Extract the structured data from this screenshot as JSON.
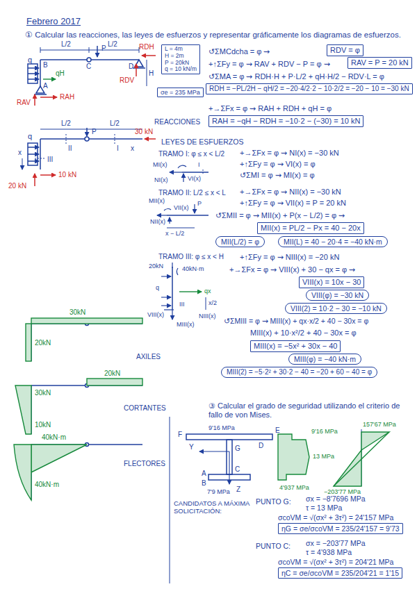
{
  "diagram": {
    "title": "Febrero 2017",
    "nodes": [
      {
        "text": [
          "RDV = φ"
        ]
      },
      {
        "text": [
          "RAV = P = 20 kN"
        ]
      },
      {
        "text": [
          "L = 4m",
          "H = 2m",
          "P = 20kN",
          "q = 10 kN/m"
        ]
      },
      {
        "text": [
          "σe = 235 MPa"
        ]
      },
      {
        "text": [
          "RDH = −PL/2H − qH/2 = −20·4/2·2 − 10·2/2 = −20 − 10 = −30 kN"
        ]
      },
      {
        "text": [
          "RAH = −qH − RDH = −10·2 − (−30) = 10 kN"
        ]
      },
      {
        "text": [
          "MII(x) = PL/2 − Px = 40 − 20x"
        ]
      },
      {
        "text": [
          "MII(L/2) = φ"
        ]
      },
      {
        "text": [
          "MII(L) = 40 − 20·4 = −40 kN·m"
        ]
      },
      {
        "text": [
          "VIII(x) = 10x − 30"
        ]
      },
      {
        "text": [
          "VIII(φ) = −30 kN"
        ]
      },
      {
        "text": [
          "VIII(2) = 10·2 − 30 = −10 kN"
        ]
      },
      {
        "text": [
          "MIII(x) = −5x² + 30x − 40"
        ]
      },
      {
        "text": [
          "MIII(φ) = −40 kN·m"
        ]
      },
      {
        "text": [
          "MIII(2) = −5·2² + 30·2 − 40 = −20 + 60 − 40 = φ"
        ]
      },
      {
        "text": [
          "ηG = σe/σcoVM = 235/24'157 = 9'73"
        ]
      },
      {
        "text": [
          "ηC = σe/σcoVM = 235/204'21 = 1'15"
        ]
      }
    ],
    "labels": [
      "① Calcular las reacciones, las leyes de esfuerzos y representar gráficamente los diagramas de esfuerzos.",
      "q",
      "L/2",
      "L/2",
      "B",
      "C",
      "P",
      "D",
      "H",
      "A",
      "qH",
      "RDH",
      "RDV",
      "RAH",
      "RAV",
      "↺ΣMCdcha = φ ⇝",
      "+↑ΣFy = φ ⇝ RAV + RDV − P = φ ⇝",
      "↺ΣMA = φ ⇝ RDH·H + P·L/2 + qH·H/2 − RDV·L = φ",
      "+→ΣFx = φ ⇝ RAH + RDH + qH = φ",
      "REACCIONES",
      "L/2",
      "L/2",
      "q",
      "P",
      "30 kN",
      "x",
      "II",
      "I",
      "x",
      "III",
      "10 kN",
      "20 kN",
      "LEYES DE ESFUERZOS",
      "TRAMO I: φ ≤ x < L/2",
      "MI(x)",
      "VI(x)",
      "NI(x)",
      "I",
      "+→ΣFx = φ ⇝ NI(x) = −30 kN",
      "+↑ΣFy = φ ⇝ VI(x) = φ",
      "↺ΣMI = φ ⇝ MI(x) = φ",
      "TRAMO II: L/2 ≤ x < L",
      "MII(x)",
      "VII(x)",
      "NII(x)",
      "P",
      "x − L/2",
      "+→ΣFx = φ ⇝ NII(x) = −30 kN",
      "+↑ΣFy = φ ⇝ VII(x) = P = 20 kN",
      "↺ΣMII = φ ⇝ MII(x) + P(x − L/2) = φ ⇝",
      "TRAMO III: φ ≤ x < H",
      "20kN",
      "40kN·m",
      "q",
      "qx",
      "x/2",
      "III",
      "VIII(x)",
      "MIII(x)",
      "NIII(x)",
      "+↑ΣFy = φ ⇝ NIII(x) = −20 kN",
      "+→ΣFx = φ ⇝ VIII(x) + 30 − qx = φ ⇝",
      "↺ΣMIII = φ ⇝ MIII(x) + qx·x/2 + 40 − 30x = φ",
      "MIII(x) + 10·x²/2 + 40 − 30x = φ",
      "30kN",
      "20kN",
      "AXILES",
      "20kN",
      "30kN",
      "10kN",
      "CORTANTES",
      "40kN·m",
      "40kN·m",
      "FLECTORES",
      "③ Calcular el grado de seguridad utilizando el criterio de fallo de von Mises.",
      "9'16 MPa",
      "F",
      "E",
      "D",
      "Y",
      "G",
      "C",
      "Z",
      "B",
      "A",
      "9'16 MPa",
      "13 MPa",
      "4'937 MPa",
      "7'9 MPa",
      "157'67 MPa",
      "−203'77 MPa",
      "CANDIDATOS A MÁXIMA SOLICITACIÓN:",
      "PUNTO G:",
      "σx = −8'7696 MPa",
      "τ = 13 MPa",
      "σcoVM = √(σx² + 3τ²) = 24'157 MPa",
      "PUNTO C:",
      "σx = −203'77 MPa",
      "τ = 4'938 MPa",
      "σcoVM = √(σx² + 3τ²) = 204'21 MPa"
    ]
  }
}
